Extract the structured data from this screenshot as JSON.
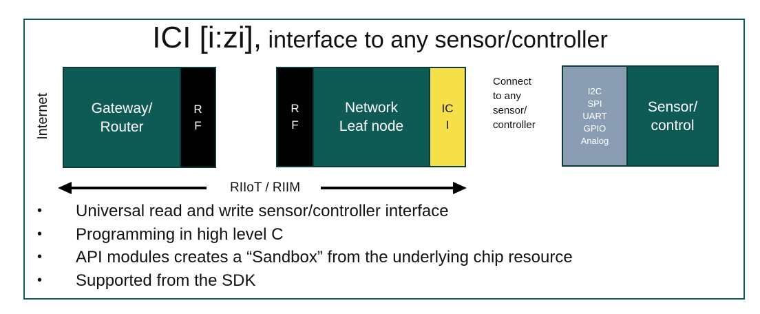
{
  "title": {
    "main": "ICI [i:zi],",
    "sub": " interface to any sensor/controller"
  },
  "side_label": "Internet",
  "boxes": {
    "gateway": [
      "Gateway/",
      "Router"
    ],
    "gateway_rf": [
      "R",
      "F"
    ],
    "leaf_rf": [
      "R",
      "F"
    ],
    "network": [
      "Network",
      "Leaf node"
    ],
    "ici": [
      "IC",
      "I"
    ],
    "interfaces": [
      "I2C",
      "SPI",
      "UART",
      "GPIO",
      "Analog"
    ],
    "sensor": [
      "Sensor/",
      "control"
    ]
  },
  "note": [
    "Connect",
    "to any",
    "sensor/",
    "controller"
  ],
  "arrow_label": "RIIoT / RIIM",
  "bullets": [
    "Universal read and write sensor/controller interface",
    "Programming in high level C",
    "API modules creates a “Sandbox” from the underlying chip resource",
    "Supported from the SDK"
  ],
  "colors": {
    "teal": "#0e5a55",
    "black": "#000000",
    "yellow": "#f5e04a",
    "slate": "#8a9db2"
  }
}
